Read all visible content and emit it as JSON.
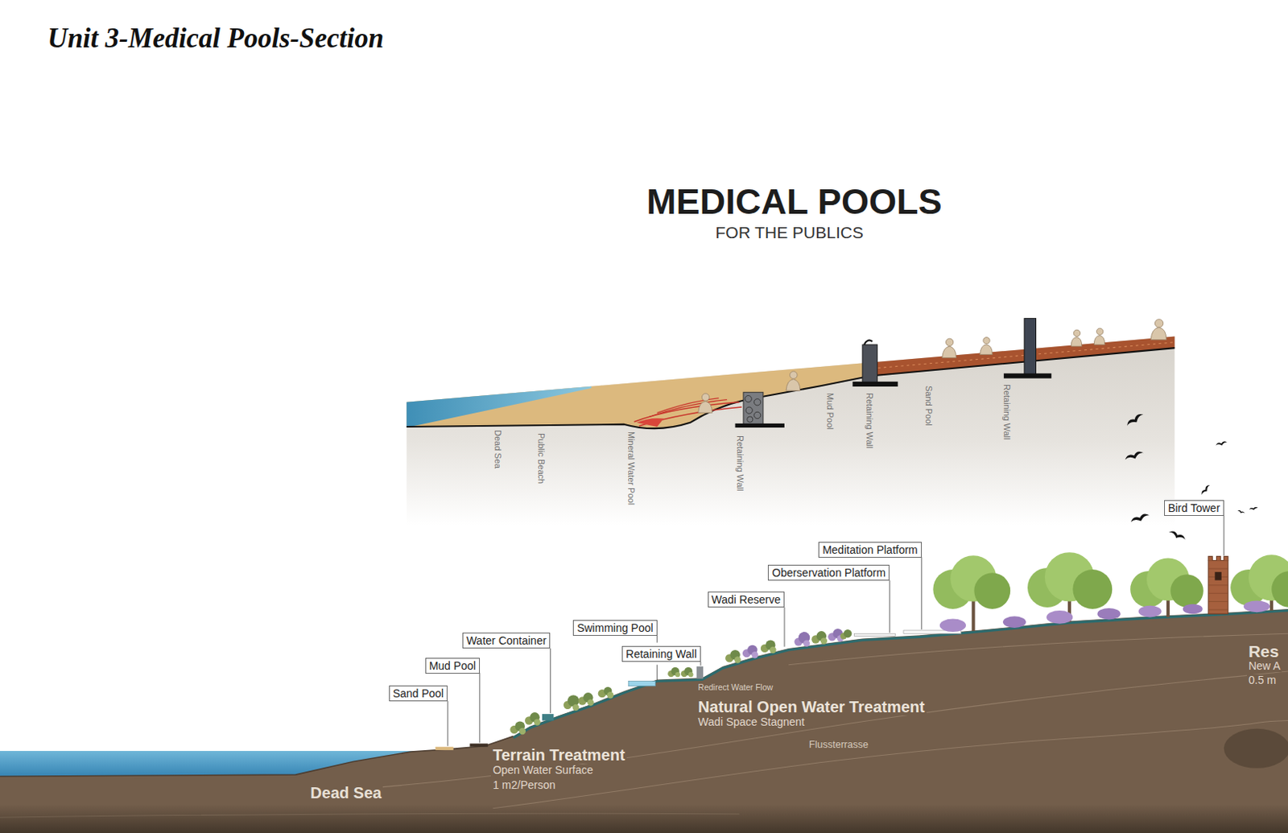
{
  "diagram": {
    "title": "Unit 3-Medical Pools-Section",
    "nodes": [
      {
        "text": [
          "Sand Pool"
        ]
      },
      {
        "text": [
          "Mud Pool"
        ]
      },
      {
        "text": [
          "Water Container"
        ]
      },
      {
        "text": [
          "Swimming Pool"
        ]
      },
      {
        "text": [
          "Retaining Wall"
        ]
      },
      {
        "text": [
          "Wadi Reserve"
        ]
      },
      {
        "text": [
          "Oberservation Platform"
        ]
      },
      {
        "text": [
          "Meditation Platform"
        ]
      },
      {
        "text": [
          "Bird Tower"
        ]
      }
    ],
    "labels": [
      "MEDICAL POOLS",
      "FOR THE PUBLICS",
      "Dead Sea",
      "Public Beach",
      "Mineral Water Pool",
      "Retaining Wall",
      "Mud Pool",
      "Retaining Wall",
      "Sand Pool",
      "Retaining Wall",
      "Redirect Water Flow",
      "Natural Open Water Treatment",
      "Wadi Space Stagnent",
      "Terrain Treatment",
      "Open Water Surface",
      "1 m2/Person",
      "Flussterrasse",
      "Dead Sea",
      "Res",
      "New A",
      "0.5 m"
    ]
  }
}
